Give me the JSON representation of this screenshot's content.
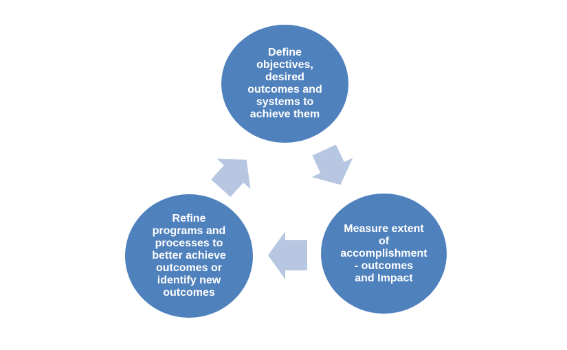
{
  "diagram": {
    "type": "cycle",
    "background_color": "#ffffff",
    "node_fill_color": "#4f81bd",
    "arrow_fill_color": "#b8c7e1",
    "node_text_color": "#ffffff",
    "nodes": [
      {
        "id": "define",
        "text": "Define objectives, desired outcomes and systems to achieve them",
        "lines": [
          "Define",
          "objectives,",
          "desired",
          "outcomes and",
          "systems to",
          "achieve them"
        ]
      },
      {
        "id": "measure",
        "text": "Measure extent of accomplishment - outcomes and Impact",
        "lines": [
          "Measure extent",
          "of",
          "accomplishment",
          "- outcomes",
          "and Impact"
        ]
      },
      {
        "id": "refine",
        "text": "Refine programs and processes to better achieve outcomes or identify new outcomes",
        "lines": [
          "Refine",
          "programs and",
          "processes to",
          "better achieve",
          "outcomes or",
          "identify new",
          "outcomes"
        ]
      }
    ],
    "arrows": [
      {
        "id": "define-to-measure",
        "direction": "down-right"
      },
      {
        "id": "measure-to-refine",
        "direction": "left"
      },
      {
        "id": "refine-to-define",
        "direction": "up-right"
      }
    ]
  }
}
